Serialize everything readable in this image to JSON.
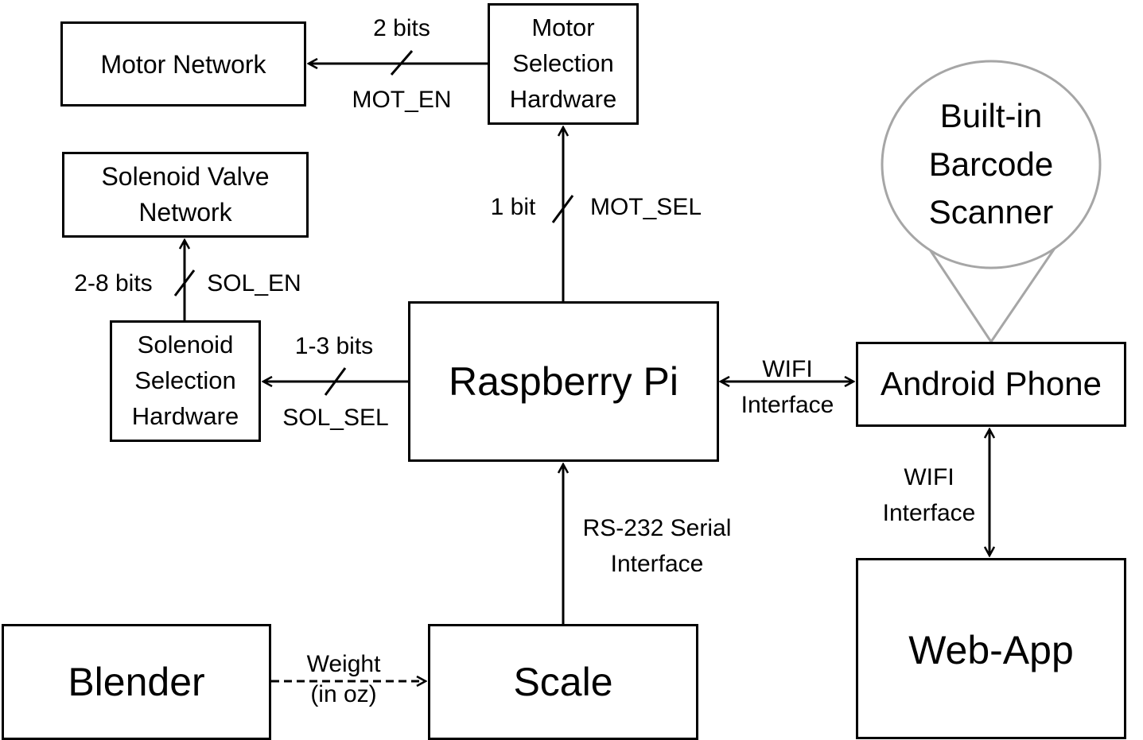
{
  "blocks": {
    "motor_network": "Motor Network",
    "motor_selection": "Motor\nSelection\nHardware",
    "solenoid_valve_network": "Solenoid Valve\nNetwork",
    "solenoid_selection": "Solenoid\nSelection\nHardware",
    "raspberry_pi": "Raspberry Pi",
    "android_phone": "Android Phone",
    "barcode_scanner": "Built-in\nBarcode\nScanner",
    "web_app": "Web-App",
    "blender": "Blender",
    "scale": "Scale"
  },
  "edges": {
    "mot_en_width": "2 bits",
    "mot_en_signal": "MOT_EN",
    "mot_sel_width": "1 bit",
    "mot_sel_signal": "MOT_SEL",
    "sol_en_width": "2-8 bits",
    "sol_en_signal": "SOL_EN",
    "sol_sel_width": "1-3 bits",
    "sol_sel_signal": "SOL_SEL",
    "pi_phone_link": "WIFI\nInterface",
    "phone_webapp_link": "WIFI\nInterface",
    "scale_pi_link": "RS-232 Serial\nInterface",
    "blender_scale_link": "Weight\n(in oz)"
  },
  "colors": {
    "line": "#000000",
    "bubble_outline": "#a6a6a6"
  }
}
